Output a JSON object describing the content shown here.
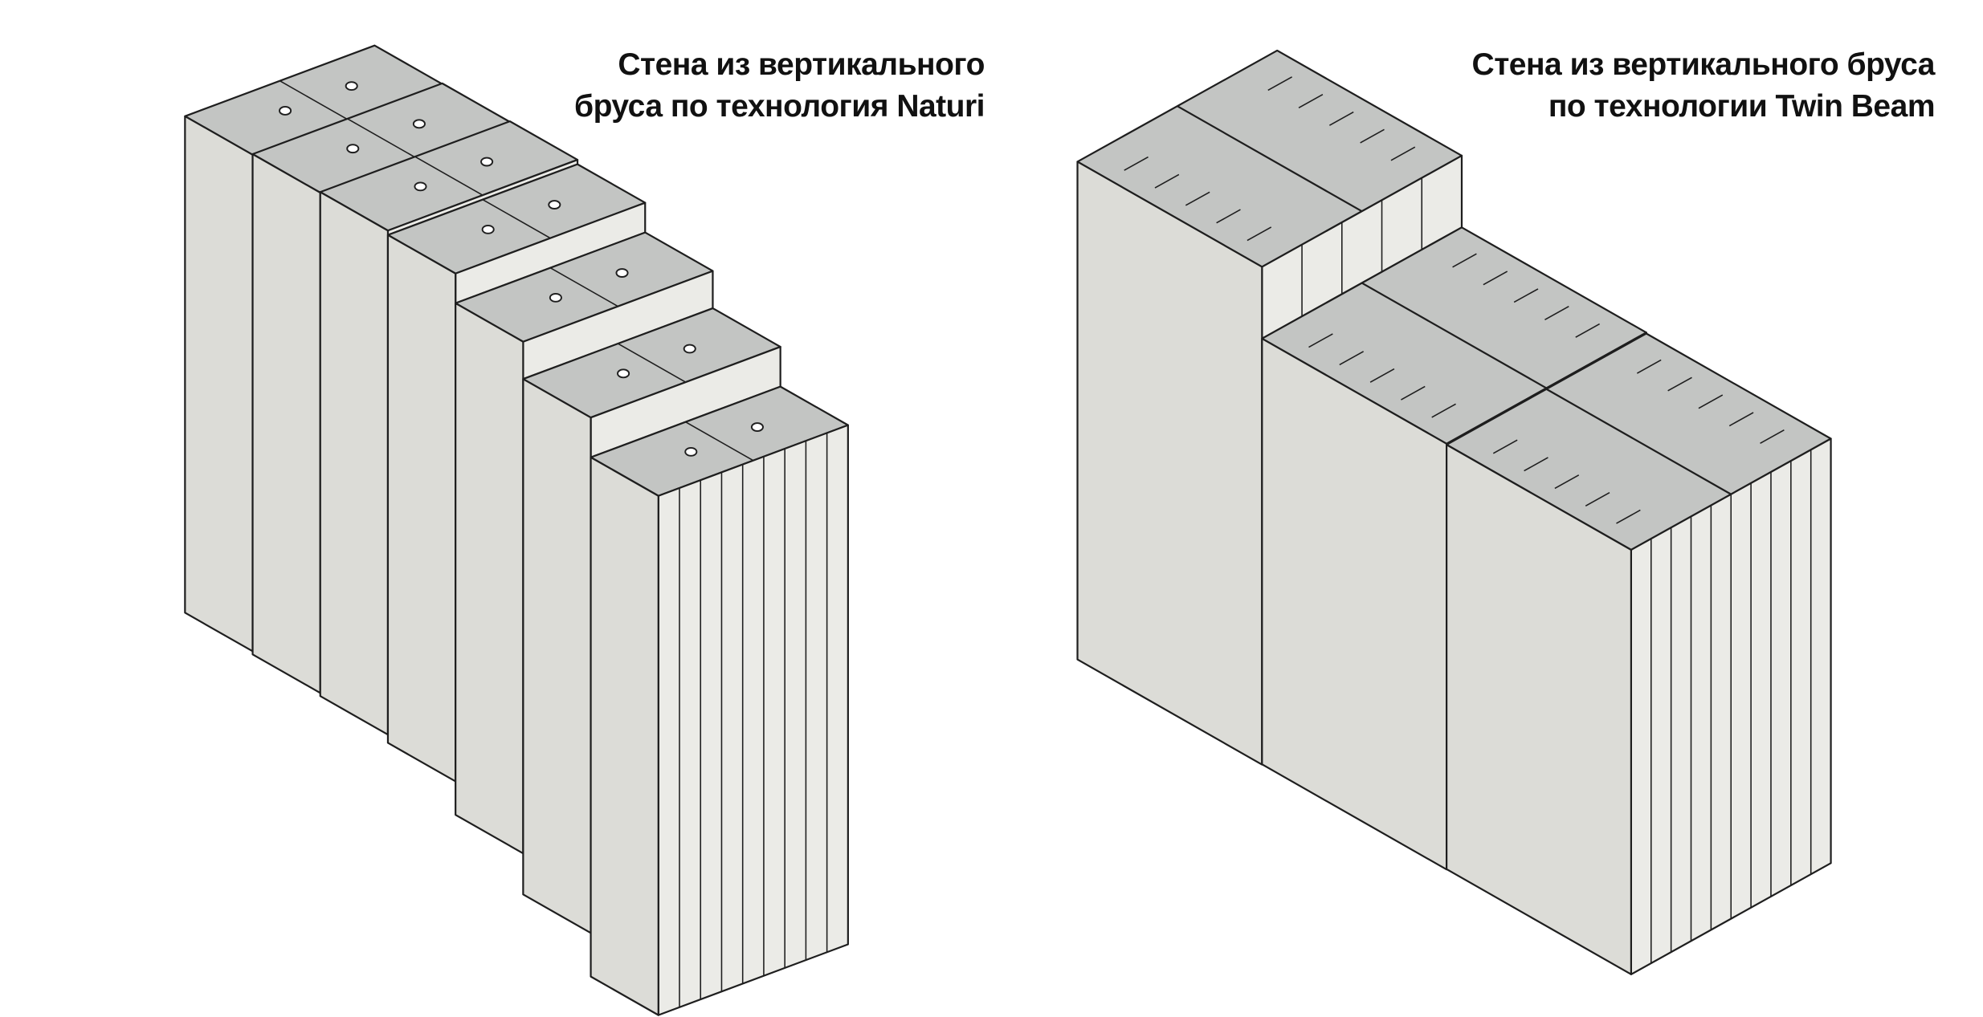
{
  "captions": {
    "naturi": {
      "line1": "Стена из вертикального",
      "line2": "бруса по технология Naturi"
    },
    "twin_beam": {
      "line1": "Стена из вертикального бруса",
      "line2": "по технологии Twin Beam"
    }
  },
  "colors": {
    "front": "#dcdcd7",
    "top": "#c3c5c3",
    "side": "#ebebe7",
    "stroke": "#1e1e1e"
  }
}
